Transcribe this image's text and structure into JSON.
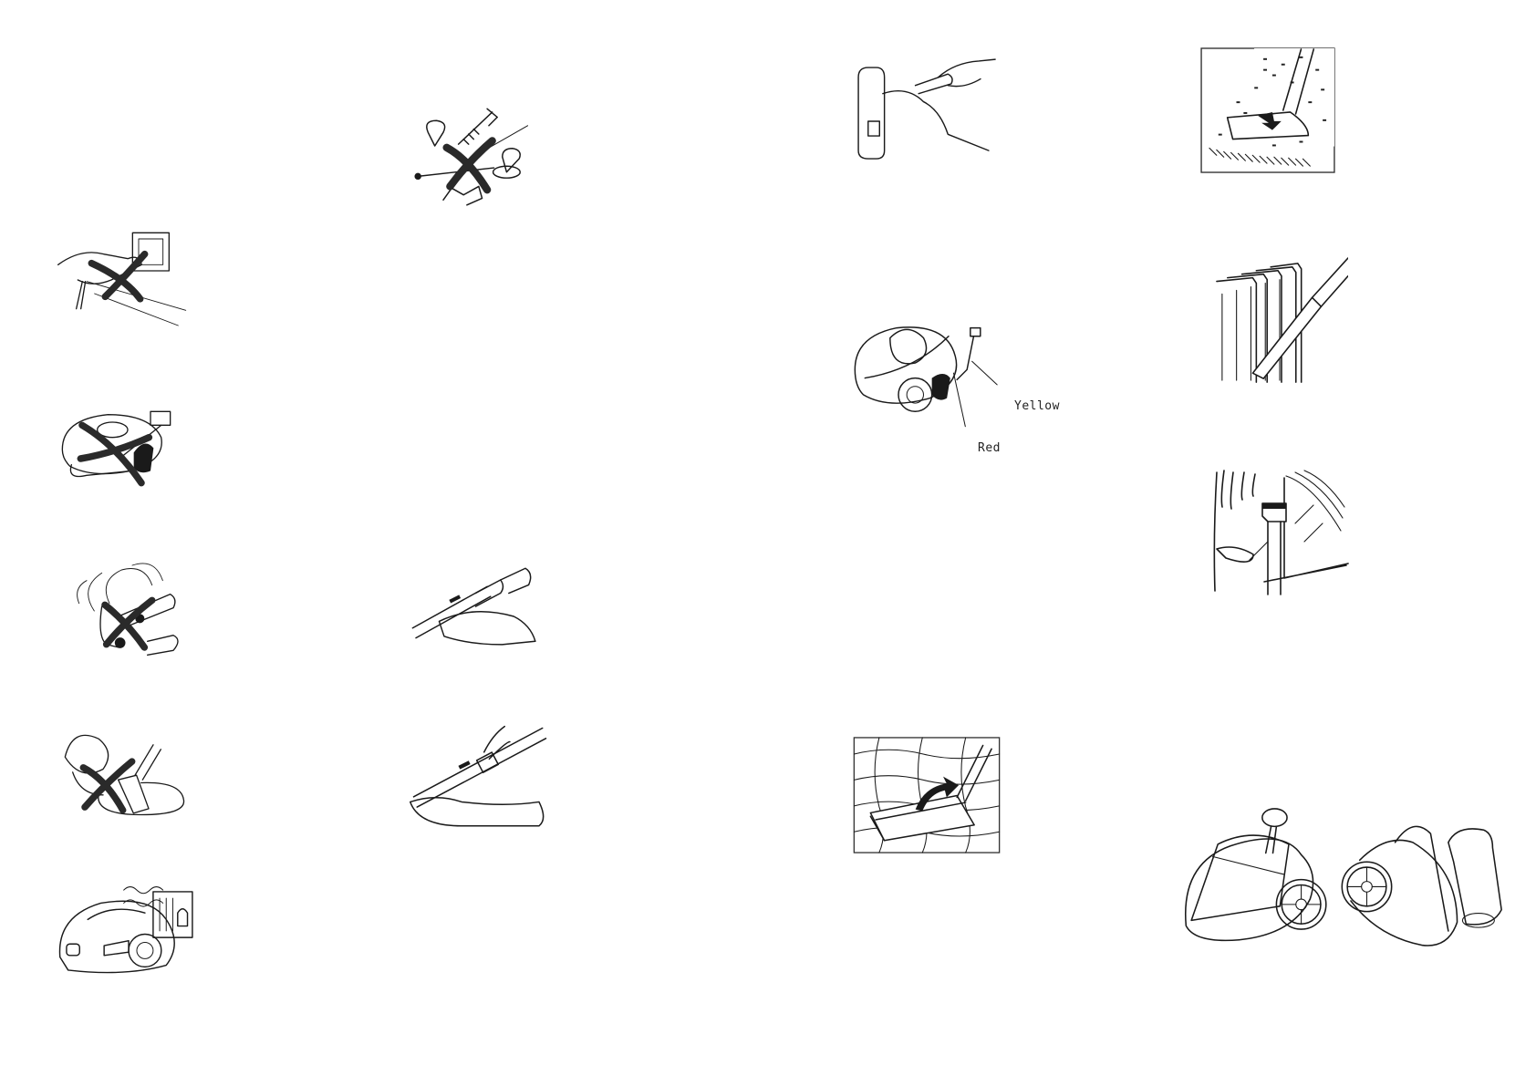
{
  "page": {
    "type": "appliance-manual-illustration-sheet",
    "background": "#ffffff"
  },
  "warnings": [
    {
      "id": "no-sharp-objects",
      "icon": "sharp-objects-prohibited-icon",
      "crossed": true
    },
    {
      "id": "no-pulling-cord",
      "icon": "pull-plug-by-cord-prohibited-icon",
      "crossed": true
    },
    {
      "id": "no-cord-wrap",
      "icon": "cord-over-vacuum-prohibited-icon",
      "crossed": true
    },
    {
      "id": "no-smoking-materials",
      "icon": "cigarette-ash-prohibited-icon",
      "crossed": true
    },
    {
      "id": "no-liquids",
      "icon": "liquid-spill-prohibited-icon",
      "crossed": true
    },
    {
      "id": "keep-from-heat",
      "icon": "vacuum-near-heater-icon",
      "crossed": false
    }
  ],
  "assembly": [
    {
      "id": "insert-hose",
      "icon": "hose-insert-icon"
    },
    {
      "id": "connect-tube",
      "icon": "telescopic-tube-connect-icon"
    },
    {
      "id": "attach-nozzle",
      "icon": "nozzle-attach-icon"
    }
  ],
  "cord_diagram": {
    "icon": "cord-rewind-vacuum-icon",
    "labels": {
      "yellow": "Yellow",
      "red": "Red"
    }
  },
  "usage": [
    {
      "id": "floor-hard",
      "icon": "hard-floor-brush-icon"
    },
    {
      "id": "carpet",
      "icon": "carpet-brush-icon"
    },
    {
      "id": "radiator",
      "icon": "crevice-tool-radiator-icon"
    },
    {
      "id": "curtains",
      "icon": "upholstery-tool-curtain-icon"
    }
  ],
  "maintenance": {
    "icon": "dust-container-removal-icon"
  }
}
